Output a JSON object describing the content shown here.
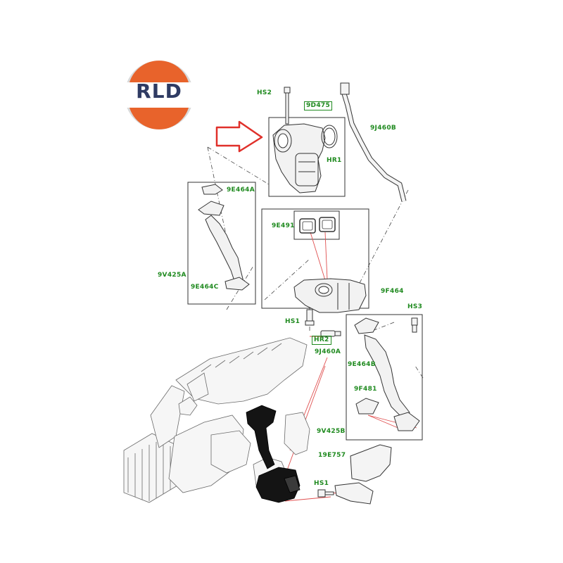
{
  "logo": {
    "text": "RLD",
    "colors": {
      "orange": "#e8632b",
      "navy": "#2f3b63",
      "grey": "#d9d9d9"
    }
  },
  "label_color": "#1f8a1f",
  "arrow_color": "#e0302a",
  "labels": {
    "hs2": "HS2",
    "p9d475": "9D475",
    "p9j460b": "9J460B",
    "hr1": "HR1",
    "p9e464a": "9E464A",
    "p9e491": "9E491",
    "p9v425a": "9V425A",
    "p9e464c": "9E464C",
    "p9f464": "9F464",
    "hs3": "HS3",
    "hs1_top": "HS1",
    "hr2": "HR2",
    "p9j460a": "9J460A",
    "p9e464b": "9E464B",
    "p9f481": "9F481",
    "p9v425b": "9V425B",
    "p19e757": "19E757",
    "hs1_bottom": "HS1"
  }
}
